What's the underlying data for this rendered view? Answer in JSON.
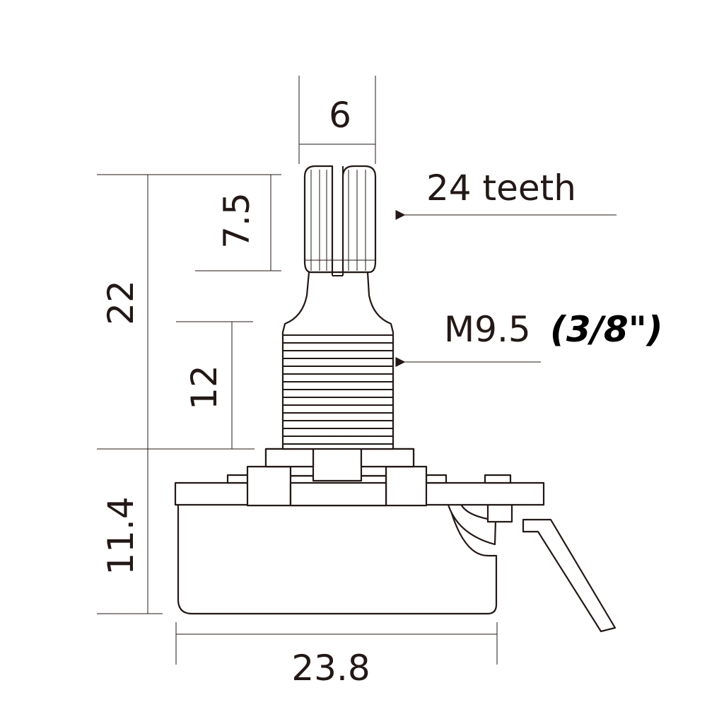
{
  "dimensions": {
    "shaft_diameter": "6",
    "knurl_length": "7.5",
    "shaft_total": "22",
    "thread_length": "12",
    "body_height": "11.4",
    "body_width": "23.8"
  },
  "annotations": {
    "knurl": "24 teeth",
    "thread": "M9.5",
    "thread_inch": "(3/8\")"
  }
}
